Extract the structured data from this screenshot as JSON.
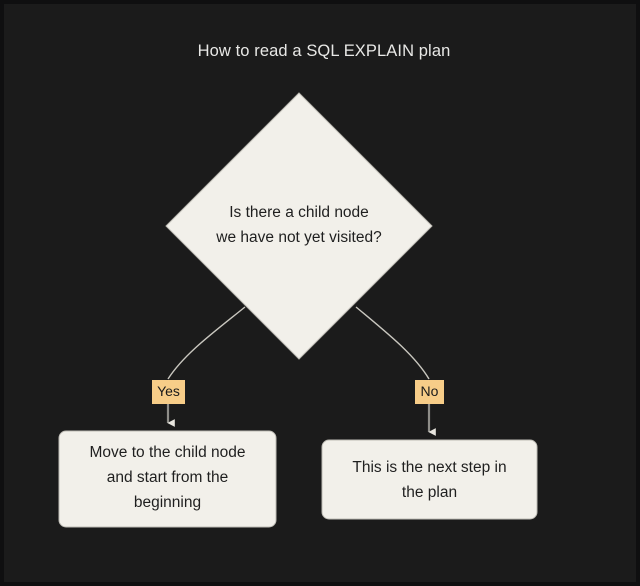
{
  "title": "How to read a SQL EXPLAIN plan",
  "colors": {
    "background": "#1b1b1b",
    "border": "#0f0f10",
    "node_fill": "#f2f0ea",
    "node_stroke": "#bdbbb4",
    "node_text": "#1f1f1f",
    "title_text": "#e8e8e6",
    "edge_stroke": "#c9c7bf",
    "label_fill": "#f7cd88",
    "label_text": "#1a1a1a",
    "arrow_fill": "#e8e6df"
  },
  "nodes": {
    "decision": {
      "shape": "diamond",
      "text": "Is there a child node\nwe have not yet visited?"
    },
    "yes_target": {
      "shape": "rounded-rect",
      "text": "Move to the child node\nand start from the\nbeginning"
    },
    "no_target": {
      "shape": "rounded-rect",
      "text": "This is the next step in\nthe plan"
    }
  },
  "edges": [
    {
      "from": "decision",
      "to": "yes_target",
      "label": "Yes"
    },
    {
      "from": "decision",
      "to": "no_target",
      "label": "No"
    }
  ],
  "edge_labels": {
    "yes": "Yes",
    "no": "No"
  }
}
